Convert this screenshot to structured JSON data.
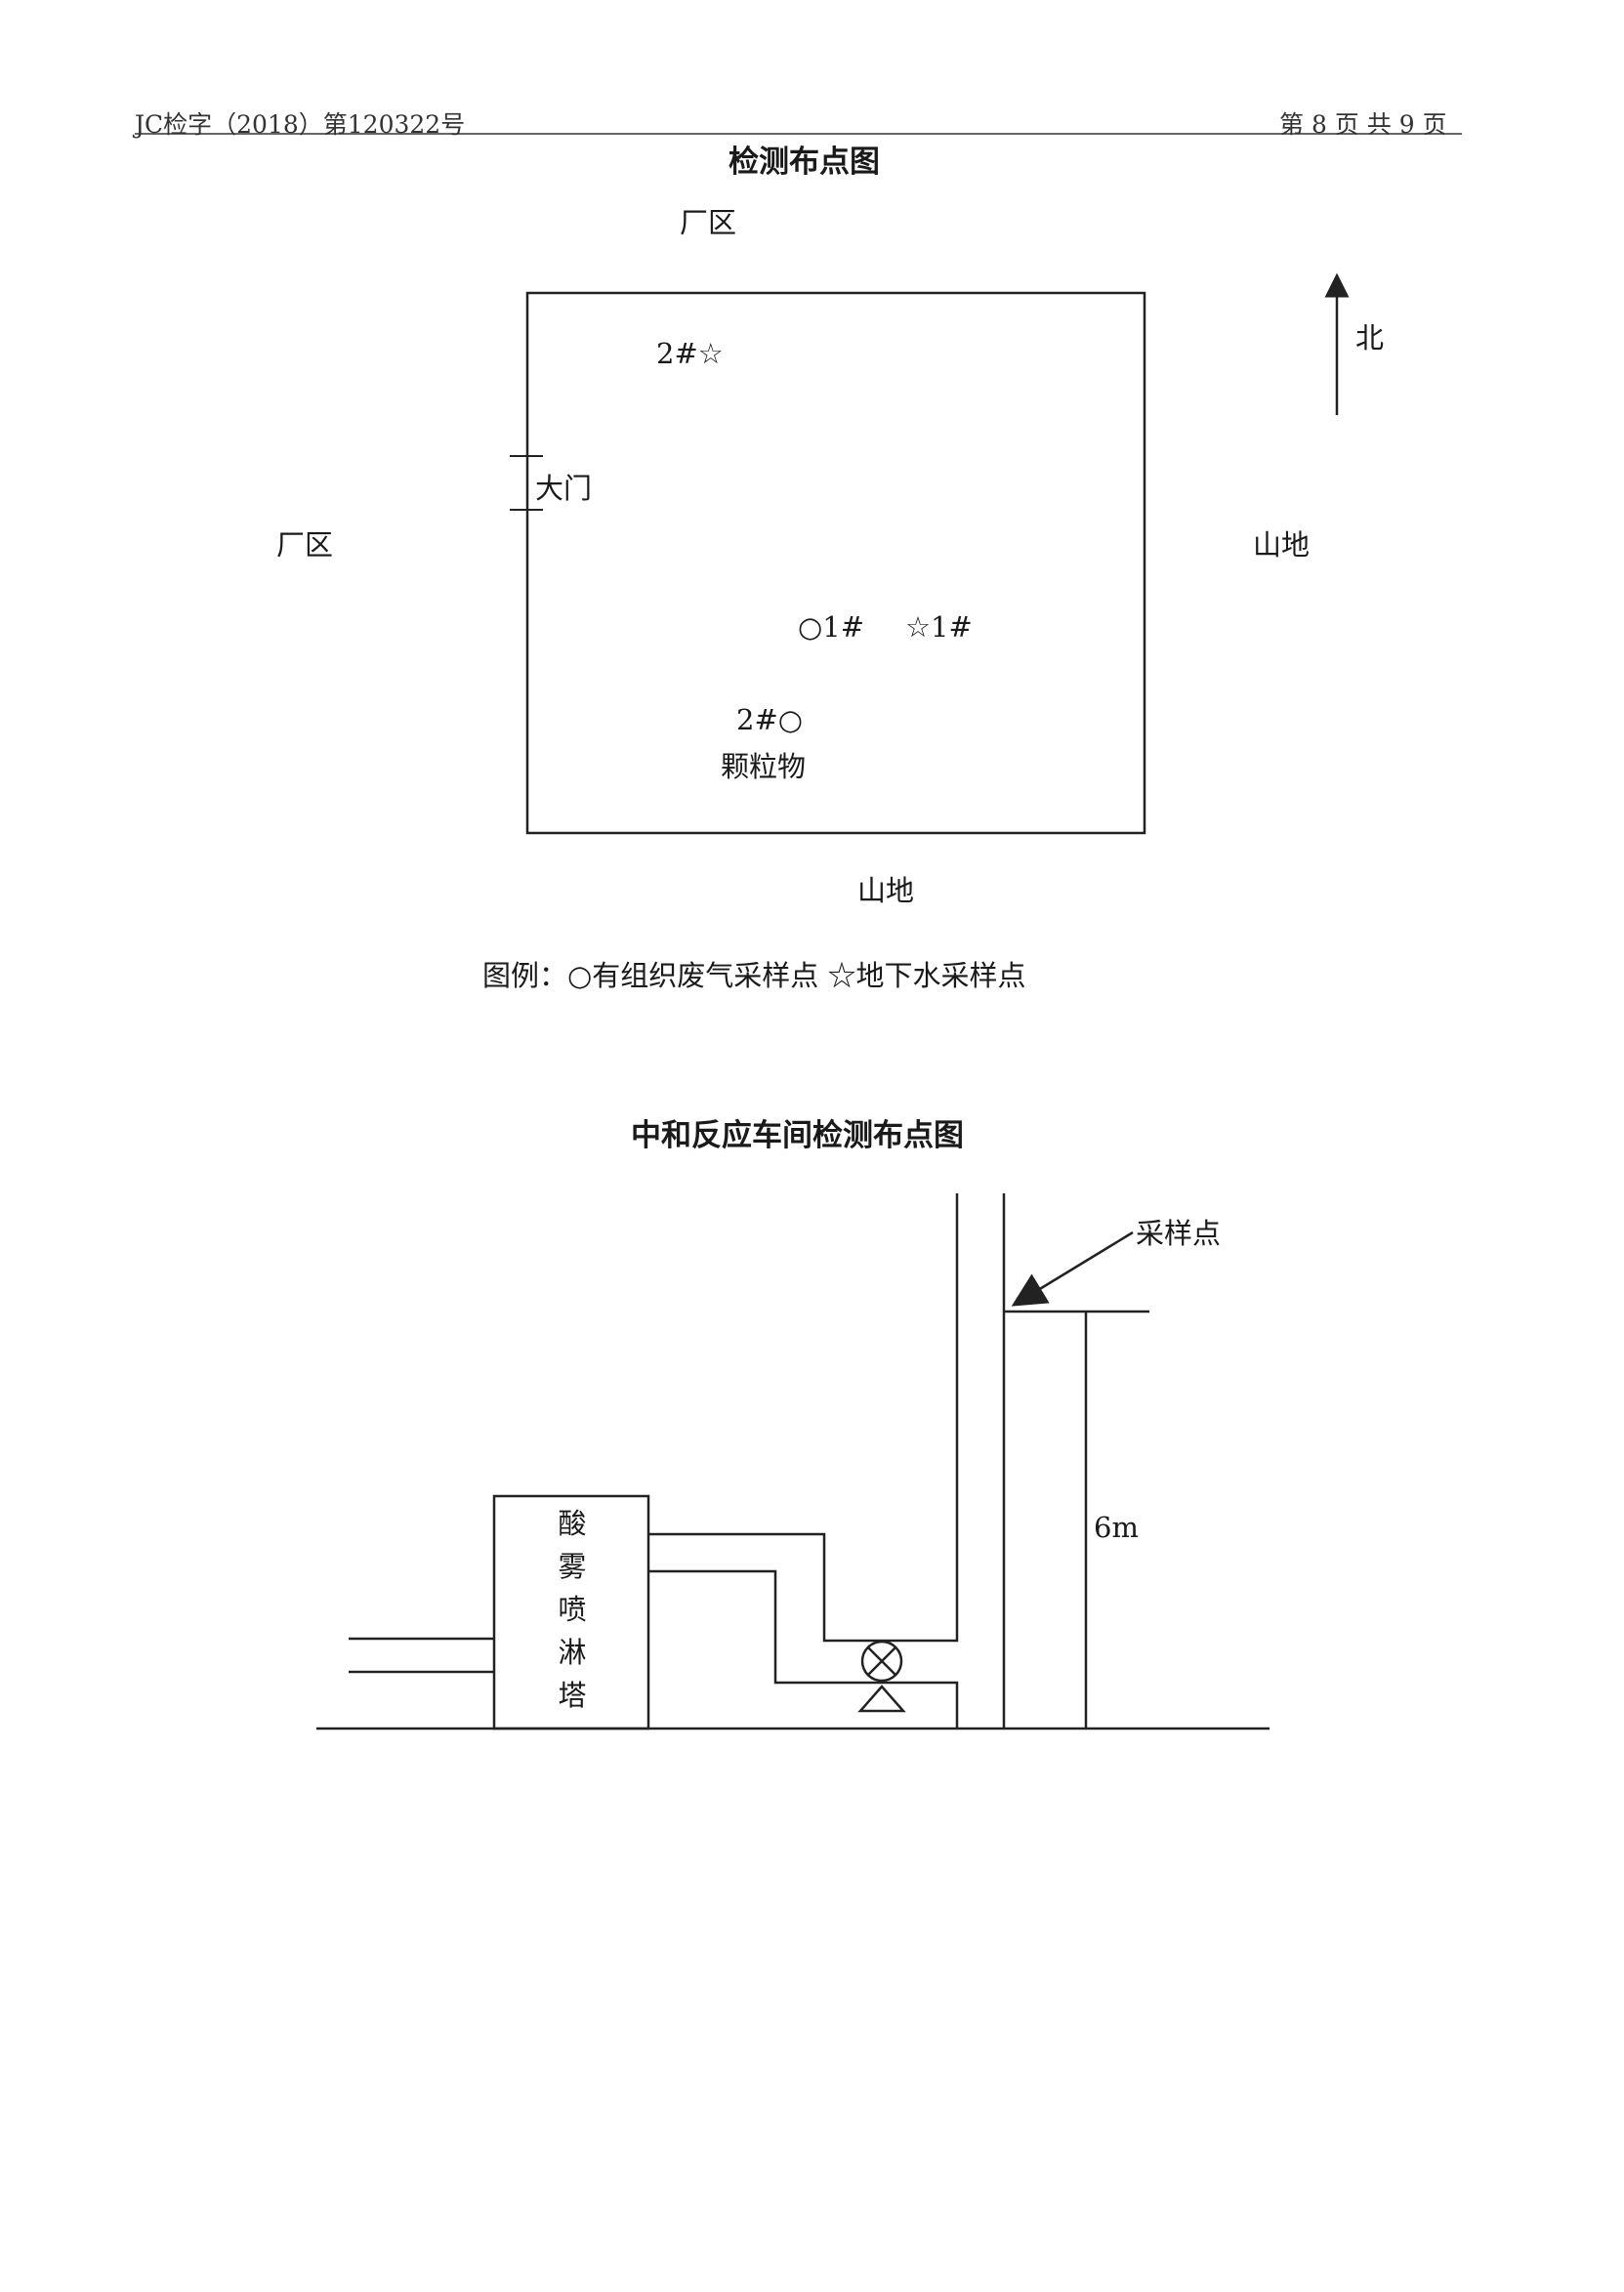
{
  "header": {
    "report_no": "JC检字（2018）第120322号",
    "page_info": "第 8 页 共 9 页"
  },
  "map1": {
    "title": "检测布点图",
    "north_label": "厂区",
    "west_label": "厂区",
    "east_label": "山地",
    "south_label": "山地",
    "compass_label": "北",
    "gate_label": "大门",
    "point_gw2": "2#☆",
    "point_gas1": "○1#",
    "point_gw1": "☆1#",
    "point_gas2": "2#○",
    "particulate_label": "颗粒物",
    "legend": "图例：○有组织废气采样点  ☆地下水采样点"
  },
  "map2": {
    "title": "中和反应车间检测布点图",
    "sampling_point": "采样点",
    "tower_chars": [
      "酸",
      "雾",
      "喷",
      "淋",
      "塔"
    ],
    "height_label": "6m"
  }
}
